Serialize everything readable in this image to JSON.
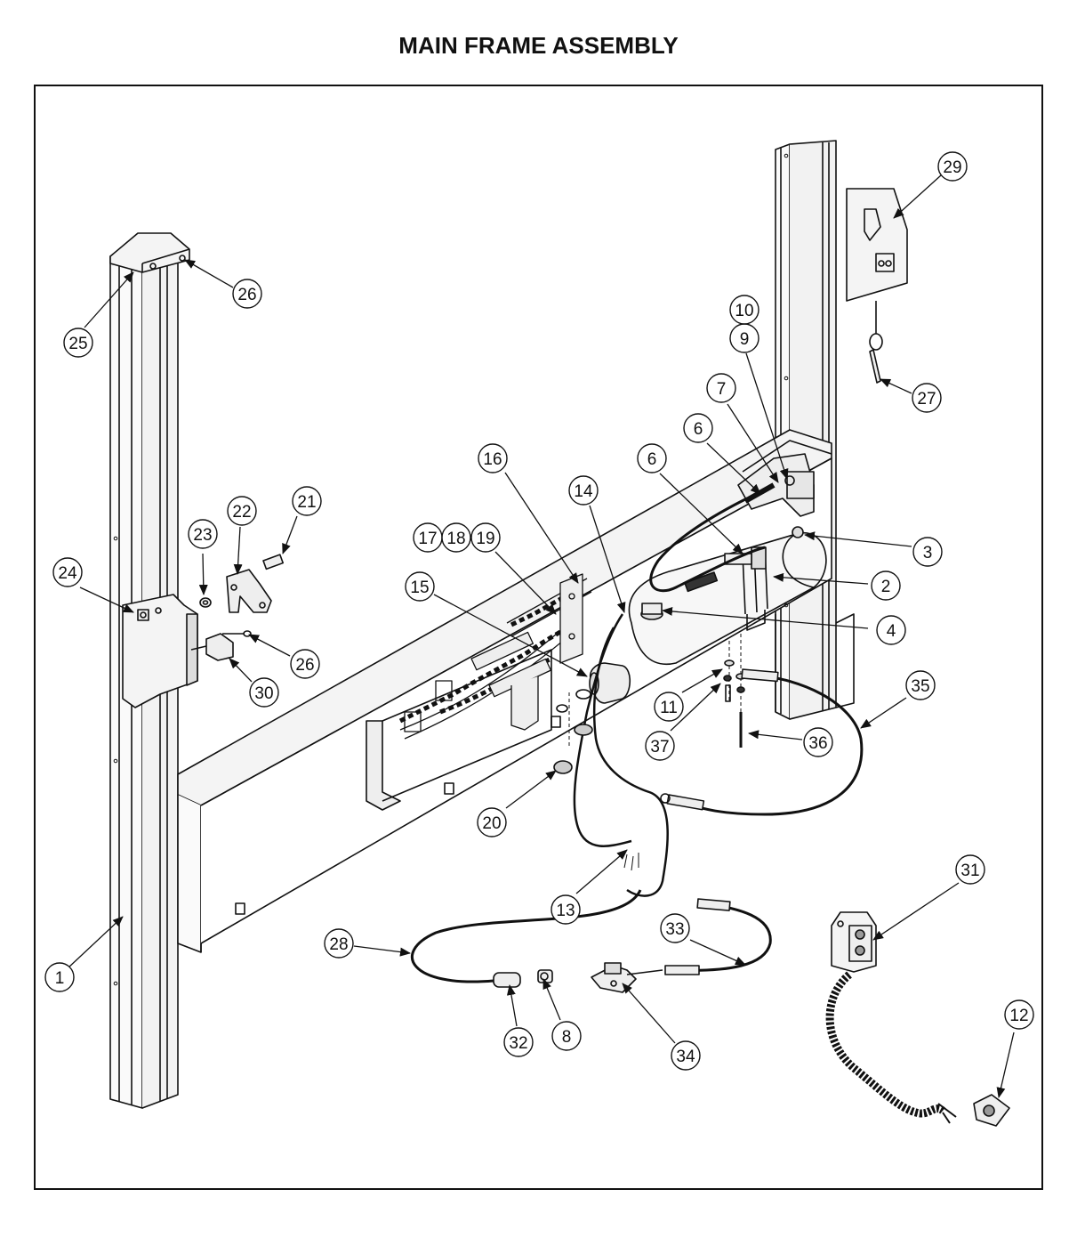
{
  "title": "MAIN FRAME ASSEMBLY",
  "colors": {
    "ink": "#111111",
    "paper": "#ffffff",
    "fill": "#f4f4f4"
  },
  "callouts": [
    {
      "id": "1",
      "label": "1"
    },
    {
      "id": "2",
      "label": "2"
    },
    {
      "id": "3",
      "label": "3"
    },
    {
      "id": "4",
      "label": "4"
    },
    {
      "id": "6a",
      "label": "6"
    },
    {
      "id": "6b",
      "label": "6"
    },
    {
      "id": "7",
      "label": "7"
    },
    {
      "id": "8",
      "label": "8"
    },
    {
      "id": "9",
      "label": "9"
    },
    {
      "id": "10",
      "label": "10"
    },
    {
      "id": "11",
      "label": "11"
    },
    {
      "id": "12",
      "label": "12"
    },
    {
      "id": "13",
      "label": "13"
    },
    {
      "id": "14",
      "label": "14"
    },
    {
      "id": "15",
      "label": "15"
    },
    {
      "id": "16",
      "label": "16"
    },
    {
      "id": "17",
      "label": "17"
    },
    {
      "id": "18",
      "label": "18"
    },
    {
      "id": "19",
      "label": "19"
    },
    {
      "id": "20",
      "label": "20"
    },
    {
      "id": "21",
      "label": "21"
    },
    {
      "id": "22",
      "label": "22"
    },
    {
      "id": "23",
      "label": "23"
    },
    {
      "id": "24",
      "label": "24"
    },
    {
      "id": "25",
      "label": "25"
    },
    {
      "id": "26a",
      "label": "26"
    },
    {
      "id": "26b",
      "label": "26"
    },
    {
      "id": "27",
      "label": "27"
    },
    {
      "id": "28",
      "label": "28"
    },
    {
      "id": "29",
      "label": "29"
    },
    {
      "id": "30",
      "label": "30"
    },
    {
      "id": "31",
      "label": "31"
    },
    {
      "id": "32",
      "label": "32"
    },
    {
      "id": "33",
      "label": "33"
    },
    {
      "id": "34",
      "label": "34"
    },
    {
      "id": "35",
      "label": "35"
    },
    {
      "id": "36",
      "label": "36"
    },
    {
      "id": "37",
      "label": "37"
    }
  ]
}
